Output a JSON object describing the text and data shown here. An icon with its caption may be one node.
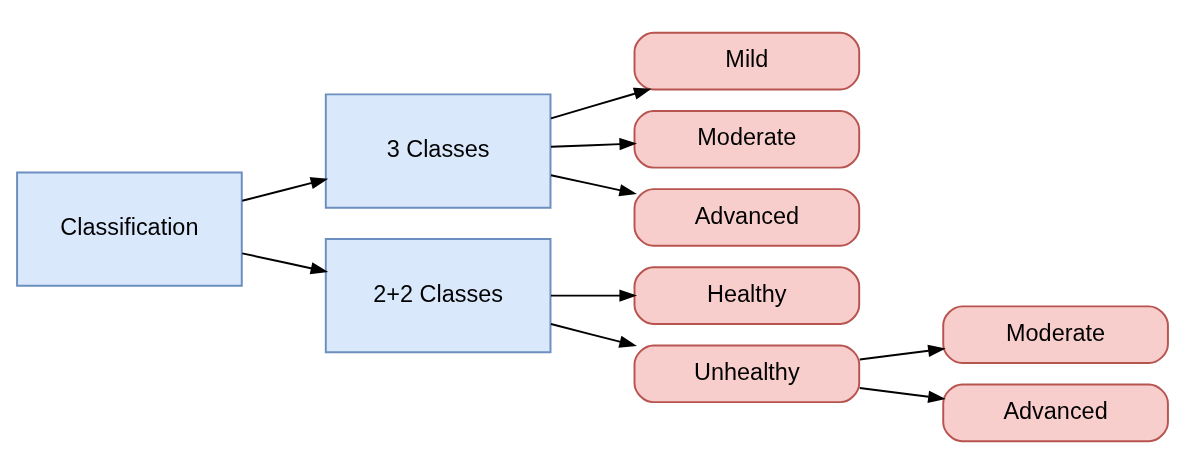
{
  "diagram": {
    "nodes": [
      {
        "text": [
          "Classification"
        ]
      },
      {
        "text": [
          "3 Classes"
        ]
      },
      {
        "text": [
          "2+2 Classes"
        ]
      },
      {
        "text": [
          "Mild"
        ]
      },
      {
        "text": [
          "Moderate"
        ]
      },
      {
        "text": [
          "Advanced"
        ]
      },
      {
        "text": [
          "Healthy"
        ]
      },
      {
        "text": [
          "Unhealthy"
        ]
      },
      {
        "text": [
          "Moderate"
        ]
      },
      {
        "text": [
          "Advanced"
        ]
      }
    ],
    "edges": [
      {
        "from": 0,
        "to": 1,
        "arrow": "to"
      },
      {
        "from": 0,
        "to": 2,
        "arrow": "to"
      },
      {
        "from": 1,
        "to": 3,
        "arrow": "to"
      },
      {
        "from": 1,
        "to": 4,
        "arrow": "to"
      },
      {
        "from": 1,
        "to": 5,
        "arrow": "to"
      },
      {
        "from": 2,
        "to": 6,
        "arrow": "to"
      },
      {
        "from": 2,
        "to": 7,
        "arrow": "to"
      },
      {
        "from": 7,
        "to": 8,
        "arrow": "to"
      },
      {
        "from": 7,
        "to": 9,
        "arrow": "to"
      }
    ]
  }
}
